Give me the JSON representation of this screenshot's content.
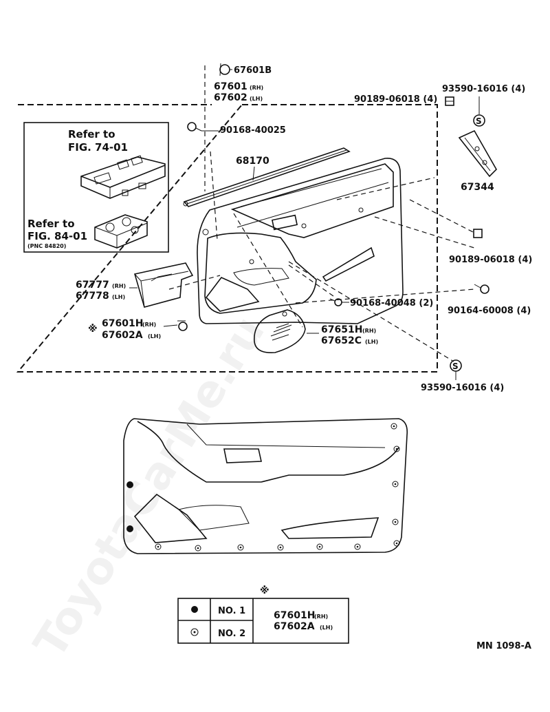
{
  "labels": {
    "clip_67601b": "67601B",
    "top_rh": "67601",
    "top_rh_sub": "(RH)",
    "top_lh": "67602",
    "top_lh_sub": "(LH)",
    "screw_90168_40025": "90168-40025",
    "weatherstrip_68170": "68170",
    "nut_90189_top": "90189-06018 (4)",
    "screw_93590_top": "93590-16016 (4)",
    "handle_67344": "67344",
    "nut_90189_right": "90189-06018 (4)",
    "bolt_90164": "90164-60008 (4)",
    "screw_90168_40048": "90168-40048 (2)",
    "pocket_rh": "67777",
    "pocket_rh_sub": "(RH)",
    "pocket_lh": "67778",
    "pocket_lh_sub": "(LH)",
    "clip_rh": "67601H",
    "clip_rh_sub": "(RH)",
    "clip_lh": "67602A",
    "clip_lh_sub": "(LH)",
    "speaker_rh": "67651H",
    "speaker_rh_sub": "(RH)",
    "speaker_lh": "67652C",
    "speaker_lh_sub": "(LH)",
    "screw_93590_bottom": "93590-16016 (4)",
    "reference_mark": "※",
    "diagram_code": "MN 1098-A",
    "watermark": "ToyotaCarMe.ru"
  },
  "refer_boxes": {
    "refer_74_line1": "Refer to",
    "refer_74_line2": "FIG. 74-01",
    "refer_84_line1": "Refer to",
    "refer_84_line2": "FIG. 84-01",
    "refer_84_pnc": "(PNC 84820)"
  },
  "screw_symbol": "S",
  "legend": {
    "header_mark": "※",
    "rows": [
      {
        "symbol": "●",
        "label": "NO. 1"
      },
      {
        "symbol": "◉",
        "label": "NO. 2"
      }
    ],
    "part_rh": "67601H",
    "part_rh_sub": "(RH)",
    "part_lh": "67602A",
    "part_lh_sub": "(LH)"
  }
}
